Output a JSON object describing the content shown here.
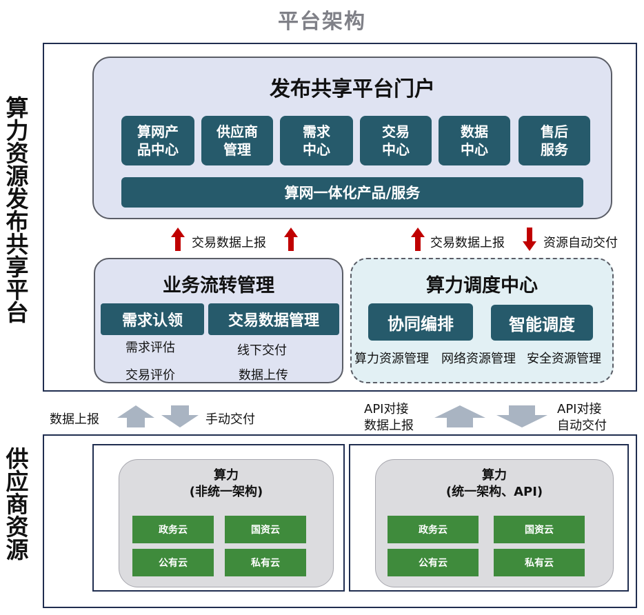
{
  "page_title": "平台架构",
  "side_labels": {
    "platform": "算力资源发布共享平台",
    "supplier": "供应商资源"
  },
  "portal": {
    "title": "发布共享平台门户",
    "modules": [
      "算网产\n品中心",
      "供应商\n管理",
      "需求\n中心",
      "交易\n中心",
      "数据\n中心",
      "售后\n服务"
    ],
    "bar": "算网一体化产品/服务"
  },
  "flows_top": {
    "left": "交易数据上报",
    "mid": "交易数据上报",
    "right": "资源自动交付"
  },
  "business": {
    "title": "业务流转管理",
    "tiles": [
      "需求认领",
      "交易数据管理"
    ],
    "left_items": [
      "需求评估",
      "交易评价"
    ],
    "right_items": [
      "线下交付",
      "数据上传"
    ]
  },
  "scheduler": {
    "title": "算力调度中心",
    "tiles": [
      "协同编排",
      "智能调度"
    ],
    "items": [
      "算力资源管理",
      "网络资源管理",
      "安全资源管理"
    ]
  },
  "flows_bottom": {
    "left_up": "数据上报",
    "left_down": "手动交付",
    "right_up": "API对接\n数据上报",
    "right_down": "API对接\n自动交付"
  },
  "supplier_left": {
    "title": "算力\n(非统一架构)",
    "clouds": [
      "政务云",
      "国资云",
      "公有云",
      "私有云"
    ]
  },
  "supplier_right": {
    "title": "算力\n(统一架构、API)",
    "clouds": [
      "政务云",
      "国资云",
      "公有云",
      "私有云"
    ]
  },
  "colors": {
    "frame": "#1f2d4f",
    "tile": "#265a6b",
    "portal_bg": "#dfe3f2",
    "scheduler_bg": "#e2f0f4",
    "supplier_bg": "#dcdcdf",
    "cloud": "#3f8b3c",
    "arrow_red": "#c00000",
    "arrow_grey": "#a9b4c2"
  }
}
